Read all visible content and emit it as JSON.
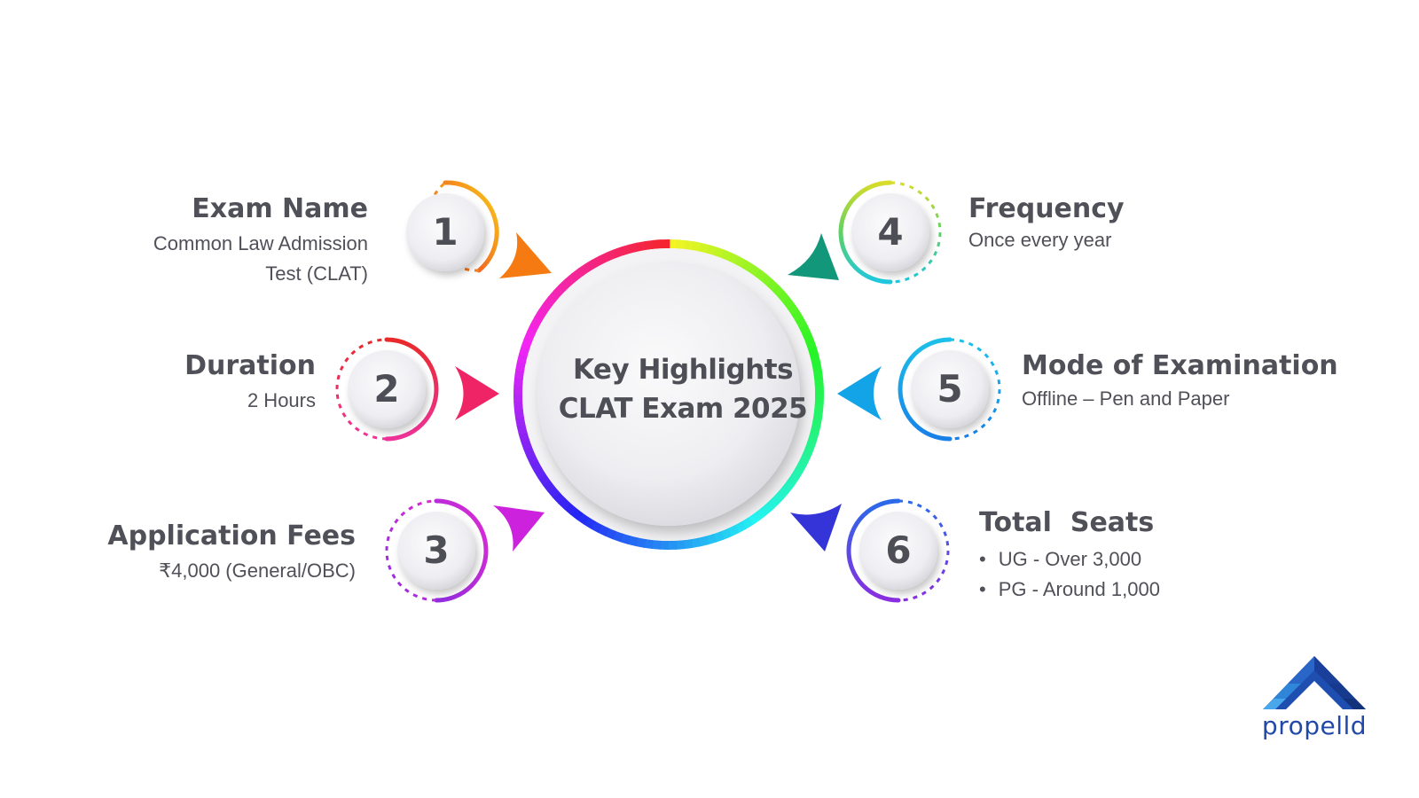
{
  "center": {
    "line1": "Key Highlights",
    "line2": "CLAT Exam 2025"
  },
  "items": [
    {
      "number": "1",
      "title": "Exam Name",
      "desc_line1": "Common Law Admission",
      "desc_line2": "Test (CLAT)",
      "color": "#f07818"
    },
    {
      "number": "2",
      "title": "Duration",
      "desc_line1": "2 Hours",
      "color": "#ee2266"
    },
    {
      "number": "3",
      "title": "Application Fees",
      "desc_line1": "₹4,000 (General/OBC)",
      "color": "#cc22dd"
    },
    {
      "number": "4",
      "title": "Frequency",
      "desc_line1": "Once every year",
      "color": "#139a78"
    },
    {
      "number": "5",
      "title": "Mode of Examination",
      "desc_line1": "Offline – Pen and Paper",
      "color": "#12a6e8"
    },
    {
      "number": "6",
      "title": "Total  Seats",
      "bullets": [
        "UG - Over 3,000",
        "PG - Around 1,000"
      ],
      "color": "#3b3ad8"
    }
  ],
  "logo": {
    "text": "propelld",
    "icon": "house-triangle-logo-icon",
    "color": "#2049a8"
  }
}
